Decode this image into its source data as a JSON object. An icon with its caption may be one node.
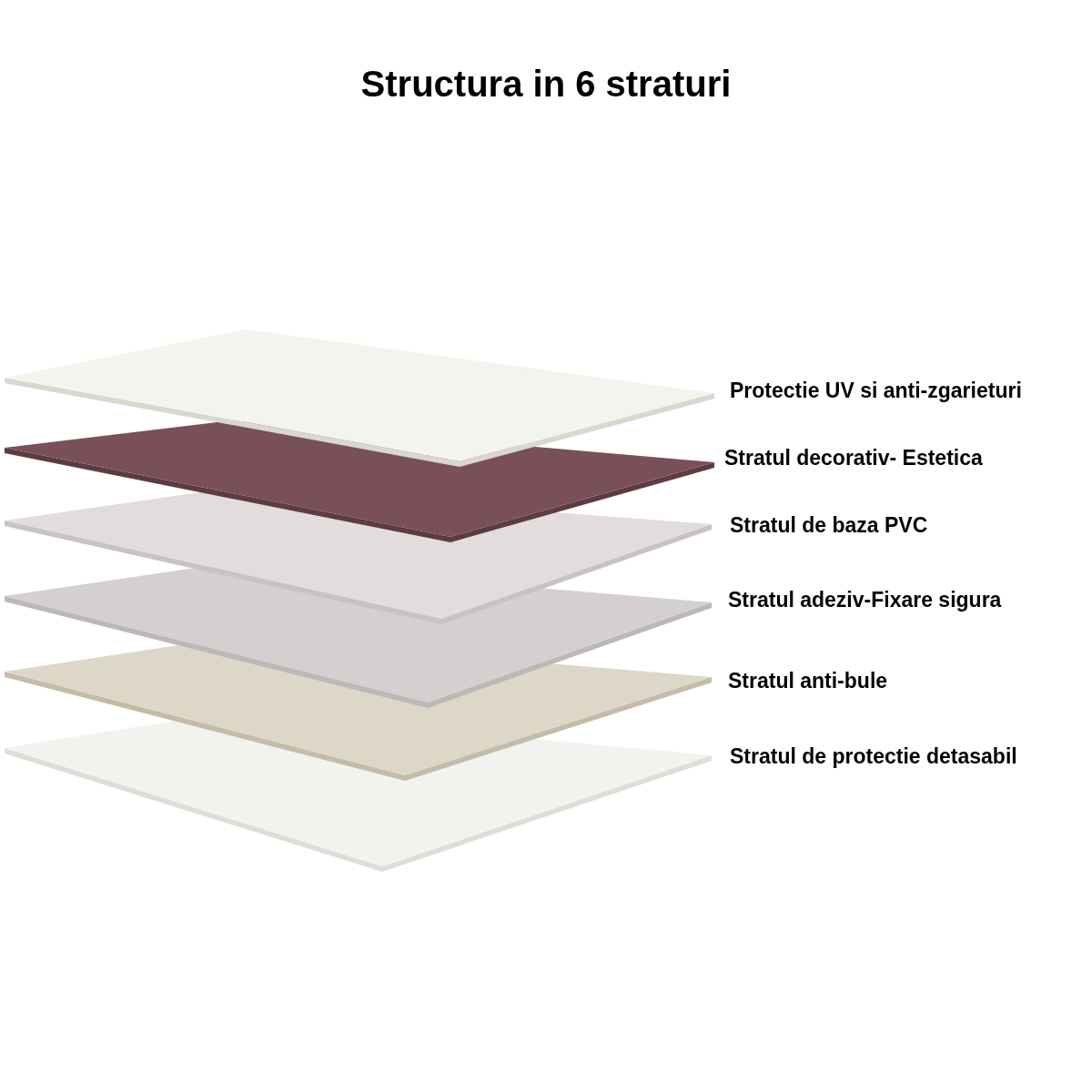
{
  "diagram": {
    "title": "Structura in 6 straturi",
    "labels": [
      "Protectie UV si anti-zgarieturi",
      "Stratul decorativ- Estetica",
      "Stratul de baza PVC",
      "Stratul adeziv-Fixare sigura",
      "Stratul anti-bule",
      "Stratul de protectie detasabil"
    ]
  }
}
